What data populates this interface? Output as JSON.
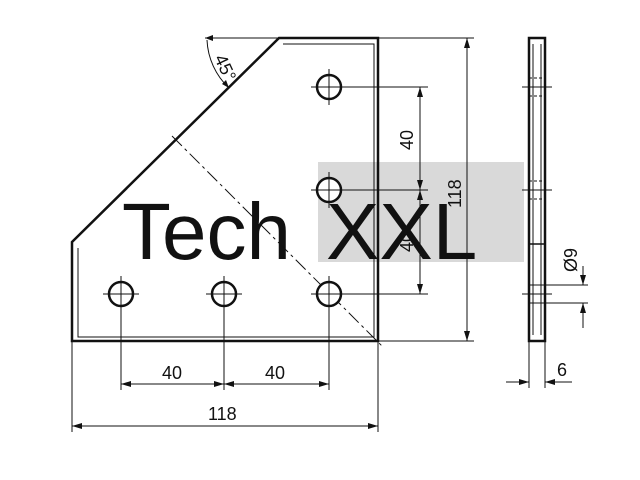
{
  "drawing": {
    "angle_label": "45°",
    "dim_bottom_left": "40",
    "dim_bottom_right": "40",
    "dim_overall_width": "118",
    "dim_vertical_upper": "40",
    "dim_vertical_lower": "40",
    "dim_overall_height": "118",
    "dim_hole_diameter": "Ø9",
    "dim_thickness": "6"
  },
  "watermark": {
    "text_left": "Tech",
    "text_right": "XXL"
  },
  "colors": {
    "line": "#111111",
    "watermark_block": "#d9d9d9",
    "watermark_text_light": "#e2e2e2",
    "watermark_text_white": "#ffffff"
  }
}
